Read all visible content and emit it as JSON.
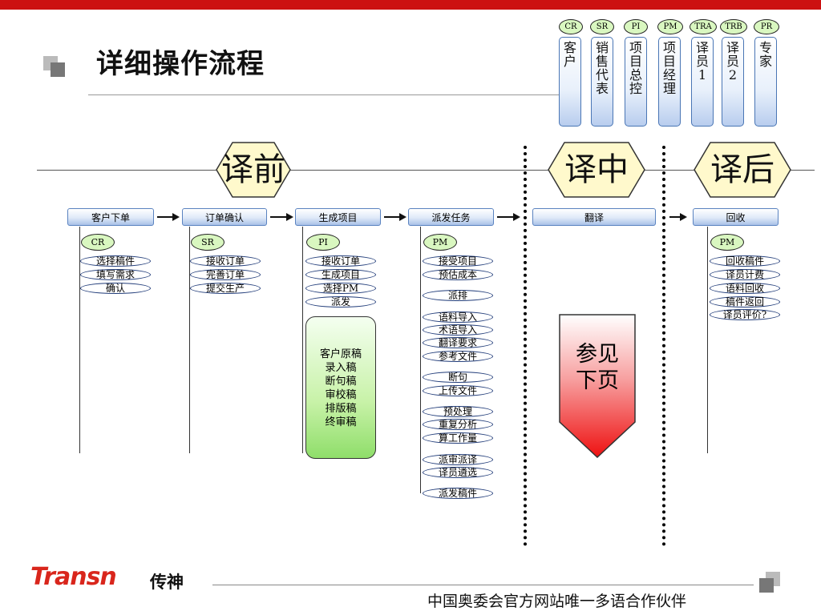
{
  "title": "详细操作流程",
  "roles": [
    {
      "code": "CR",
      "label": "客户"
    },
    {
      "code": "SR",
      "label": "销售代表"
    },
    {
      "code": "PI",
      "label": "项目总控"
    },
    {
      "code": "PM",
      "label": "项目经理"
    },
    {
      "code": "TRA",
      "label": "译员1"
    },
    {
      "code": "TRB",
      "label": "译员2"
    },
    {
      "code": "PR",
      "label": "专家"
    }
  ],
  "phases": [
    "译前",
    "译中",
    "译后"
  ],
  "stages": [
    {
      "label": "客户下单",
      "role": "CR",
      "steps": [
        "选择稿件",
        "填写需求",
        "确认"
      ]
    },
    {
      "label": "订单确认",
      "role": "SR",
      "steps": [
        "接收订单",
        "完善订单",
        "提交生产"
      ]
    },
    {
      "label": "生成项目",
      "role": "PI",
      "steps": [
        "接收订单",
        "生成项目",
        "选择PM",
        "派发"
      ]
    },
    {
      "label": "派发任务",
      "role": "PM",
      "steps": [
        "接受项目",
        "预估成本",
        "派排",
        "语料导入",
        "术语导入",
        "翻译要求",
        "参考文件",
        "断句",
        "上传文件",
        "预处理",
        "重复分析",
        "算工作量",
        "派审派译",
        "译员遴选",
        "派发稿件"
      ]
    },
    {
      "label": "翻译"
    },
    {
      "label": "回收",
      "role": "PM",
      "steps": [
        "回收稿件",
        "译员计费",
        "语料回收",
        "稿件返回",
        "译员评价?"
      ]
    }
  ],
  "docs_box": [
    "客户原稿",
    "录入稿",
    "断句稿",
    "审校稿",
    "排版稿",
    "终审稿"
  ],
  "see_next": [
    "参见",
    "下页"
  ],
  "logo": {
    "latin": "Transn",
    "han": "传神"
  },
  "footer": "中国奥委会官方网站唯一多语合作伙伴",
  "colors": {
    "accent_red": "#cc1111",
    "role_oval": "#d9f7c0",
    "stage_header": "#a9c2e8",
    "docs_box": "#8fde6a",
    "see_next_arrow": "#ee1111"
  }
}
